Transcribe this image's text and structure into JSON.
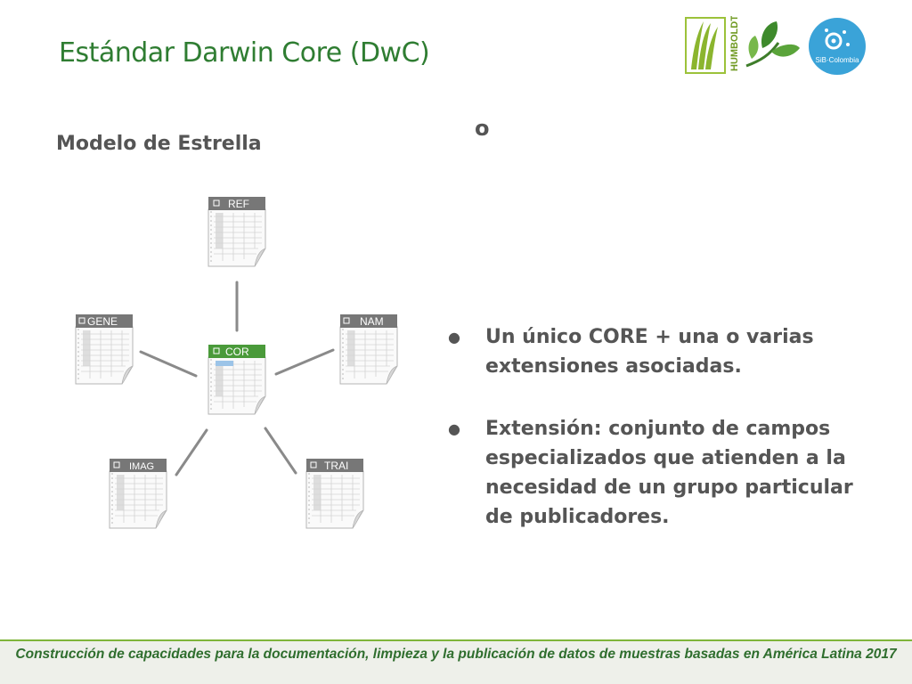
{
  "slide": {
    "title": "Estándar Darwin Core (DwC)",
    "subtitle": "Modelo de Estrella",
    "stray_letter": "o"
  },
  "diagram": {
    "center": {
      "label": "COR"
    },
    "tables": [
      {
        "label": "REF"
      },
      {
        "label": "GENE"
      },
      {
        "label": "NAM"
      },
      {
        "label": "IMAG"
      },
      {
        "label": "TRAI"
      }
    ]
  },
  "bullets": [
    {
      "marker": "●",
      "text": "Un único CORE + una o varias extensiones asociadas."
    },
    {
      "marker": "●",
      "text": "Extensión: conjunto de campos especializados que atienden a la necesidad de un grupo particular de publicadores."
    }
  ],
  "logos": {
    "humboldt": {
      "text": "HUMBOLDT"
    },
    "sib": {
      "text": "SiB·Colombia"
    }
  },
  "footer": {
    "text": "Construcción de capacidades para la documentación, limpieza y la publicación de datos de muestras basadas en América Latina 2017"
  },
  "colors": {
    "title": "#2f7d32",
    "body_text": "#555555",
    "core_header": "#4a9a3a",
    "ext_header": "#777777",
    "connector": "#8a8a8a",
    "sib_blue": "#3aa3d8",
    "footer_text": "#2f6e2e"
  }
}
